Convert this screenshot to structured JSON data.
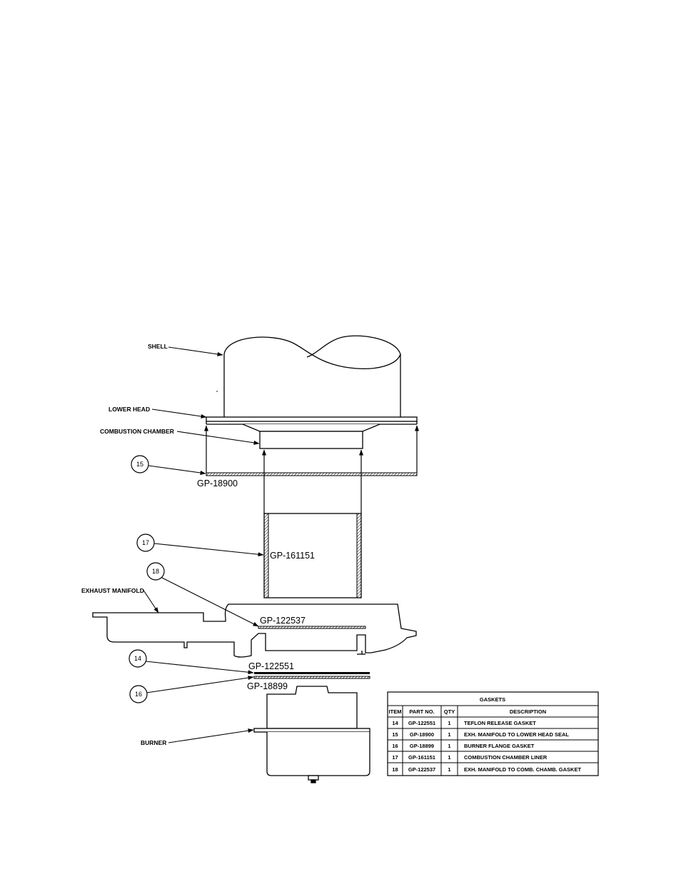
{
  "labels": {
    "shell": "SHELL",
    "lower_head": "LOWER HEAD",
    "combustion_chamber": "COMBUSTION CHAMBER",
    "exhaust_manifold": "EXHAUST MANIFOLD",
    "burner": "BURNER"
  },
  "part_numbers": {
    "item15": "GP-18900",
    "item17": "GP-161151",
    "item18": "GP-122537",
    "item14": "GP-122551",
    "item16": "GP-18899"
  },
  "callouts": {
    "c15": "15",
    "c17": "17",
    "c18": "18",
    "c14": "14",
    "c16": "16"
  },
  "table": {
    "title": "GASKETS",
    "headers": {
      "item": "ITEM",
      "part_no": "PART NO.",
      "qty": "QTY",
      "description": "DESCRIPTION"
    },
    "rows": [
      {
        "item": "14",
        "part_no": "GP-122551",
        "qty": "1",
        "description": "TEFLON RELEASE GASKET"
      },
      {
        "item": "15",
        "part_no": "GP-18900",
        "qty": "1",
        "description": "EXH. MANIFOLD TO LOWER HEAD SEAL"
      },
      {
        "item": "16",
        "part_no": "GP-18899",
        "qty": "1",
        "description": "BURNER FLANGE GASKET"
      },
      {
        "item": "17",
        "part_no": "GP-161151",
        "qty": "1",
        "description": "COMBUSTION CHAMBER LINER"
      },
      {
        "item": "18",
        "part_no": "GP-122537",
        "qty": "1",
        "description": "EXH. MANIFOLD TO COMB. CHAMB. GASKET"
      }
    ]
  }
}
